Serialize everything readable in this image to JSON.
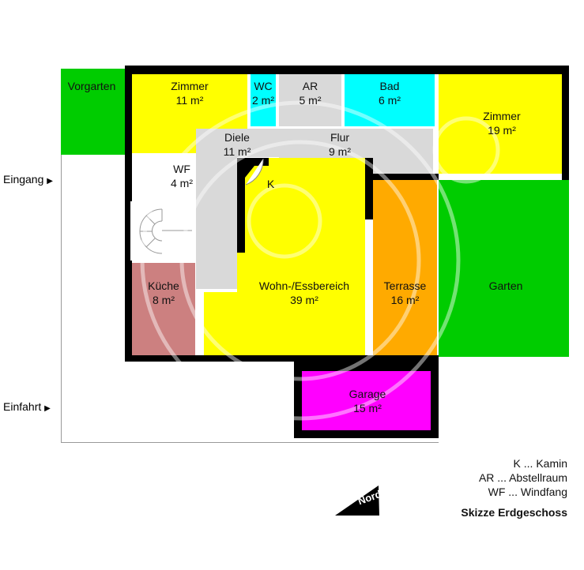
{
  "rooms": {
    "vorgarten": {
      "name": "Vorgarten",
      "color": "#00cc00"
    },
    "zimmer1": {
      "name": "Zimmer",
      "area": "11 m²",
      "color": "#ffff00"
    },
    "wc": {
      "name": "WC",
      "area": "2 m²",
      "color": "#00ffff"
    },
    "ar": {
      "name": "AR",
      "area": "5 m²",
      "color": "#d9d9d9"
    },
    "bad": {
      "name": "Bad",
      "area": "6 m²",
      "color": "#00ffff"
    },
    "zimmer2": {
      "name": "Zimmer",
      "area": "19 m²",
      "color": "#ffff00"
    },
    "diele": {
      "name": "Diele",
      "area": "11 m²",
      "color": "#d9d9d9"
    },
    "flur": {
      "name": "Flur",
      "area": "9 m²",
      "color": "#d9d9d9"
    },
    "wf": {
      "name": "WF",
      "area": "4 m²"
    },
    "kamin": {
      "name": "K"
    },
    "kueche": {
      "name": "Küche",
      "area": "8 m²",
      "color": "#cc8080"
    },
    "wohn": {
      "name": "Wohn-/Essbereich",
      "area": "39 m²",
      "color": "#ffff00"
    },
    "terrasse": {
      "name": "Terrasse",
      "area": "16 m²",
      "color": "#ffaa00"
    },
    "garten": {
      "name": "Garten",
      "color": "#00cc00"
    },
    "garage": {
      "name": "Garage",
      "area": "15 m²",
      "color": "#ff00ff"
    }
  },
  "entrances": {
    "eingang": "Eingang",
    "einfahrt": "Einfahrt"
  },
  "legend": [
    "K ... Kamin",
    "AR ... Abstellraum",
    "WF ... Windfang"
  ],
  "title": "Skizze Erdgeschoss",
  "compass": "Norden"
}
